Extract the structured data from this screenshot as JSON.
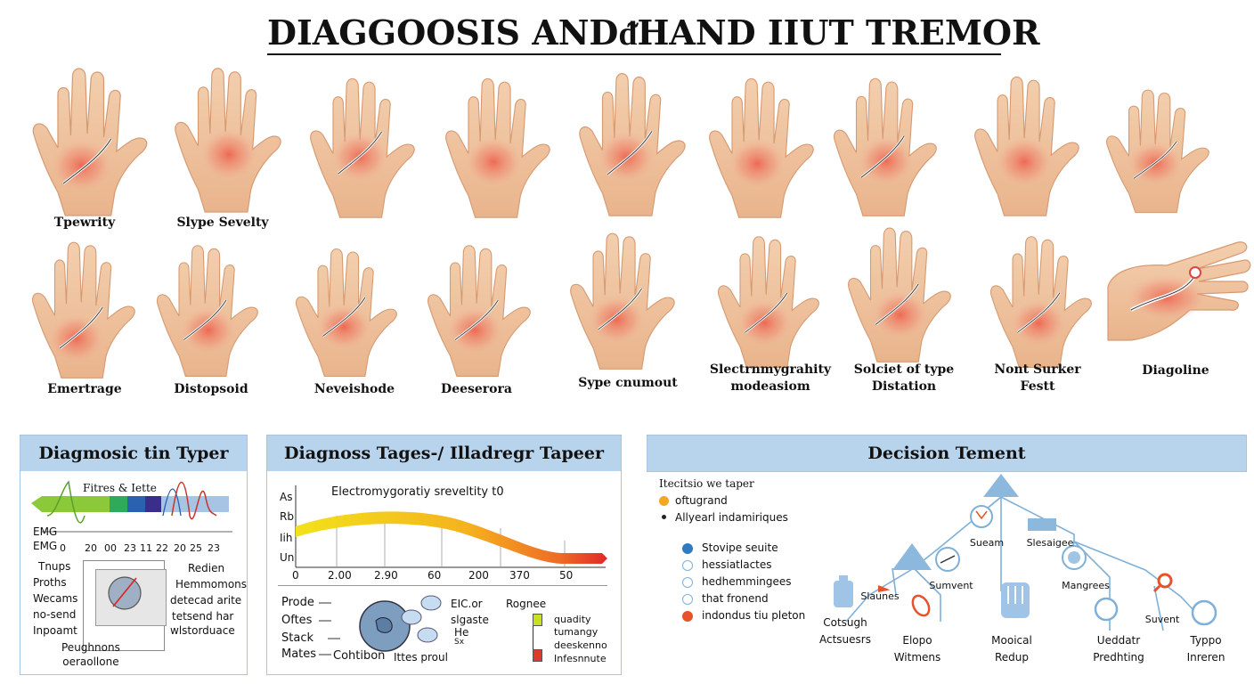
{
  "title": "DIAGGOOSIS ANDᵭHAND IIUT TREMOR",
  "hands": {
    "row1_labels": [
      "Tpewrity",
      "Slype Sevelty"
    ],
    "row2_labels": [
      "Emertrage",
      "Distopsoid",
      "Neveishode",
      "Deeserora",
      "Sype cnumout",
      "Slectrnmygrahity\nmodeasiom",
      "Solciet of type\nDistation",
      "Nont Surker\nFestt",
      "Diagoline"
    ]
  },
  "panel1": {
    "title": "Diagmosic tin Typer",
    "chart_label": "Fitres & Iette",
    "emg1": "EMG",
    "emg2": "EMG",
    "ticks": [
      "0",
      "20",
      "00",
      "23",
      "11",
      "22",
      "20",
      "25",
      "23"
    ],
    "left_labels": [
      "Tnups",
      "Proths",
      "Wecams",
      "no-send",
      "Inpoamt"
    ],
    "right_labels": [
      "Redien",
      "Hemmomons",
      "detecad arite",
      "tetsend har",
      "wlstorduace"
    ],
    "bottom_label": "Peughnons\noeraollone"
  },
  "panel2": {
    "title": "Diagnoss Tages-/ Illadregr Tapeer",
    "chart_title": "Electromygoratiy sreveltity t0",
    "y_labels": [
      "As",
      "Rb",
      "Iih",
      "Un"
    ],
    "x_ticks": [
      "0",
      "2.00",
      "2.90",
      "60",
      "200",
      "370",
      "50"
    ],
    "list_labels": [
      "Prode",
      "Oftes",
      "Stack",
      "Mates"
    ],
    "circle_caption": "Cohtibon",
    "cluster_title": "EIC.or",
    "cluster_sub": "slgaste",
    "cluster_he": "He",
    "cluster_sx": "Sx",
    "cluster_bottom": "Ittes proul",
    "legend_title": "Rognee",
    "legend_items": [
      "quadity",
      "tumangy",
      "deeskenno",
      "Infesnnute"
    ]
  },
  "panel3": {
    "title": "Decision Tement",
    "legend_title": "Itecitsio we taper",
    "legend_items": [
      "oftugrand",
      "Allyearl indamiriques"
    ],
    "key_items": [
      "Stovipe seuite",
      "hessiatlactes",
      "hedhemmingees",
      "that fronend",
      "indondus tiu pleton"
    ],
    "nodes": [
      "Sueam",
      "Slesaigee",
      "Sumvent",
      "Mangrees",
      "Slaunes",
      "Suvent",
      "Cotsugh\nActsuesrs",
      "Elopo\nWitmens",
      "Mooical\nRedup",
      "Ueddatr\nPredhting",
      "Typpo\nInreren"
    ]
  },
  "colors": {
    "panel_header": "#b8d3ec",
    "skin": "#f2c9a4",
    "redness": "#ee6b5a",
    "gradient": [
      "#f2e21a",
      "#f5a623",
      "#e5382a"
    ],
    "tree_line": "#7fb0d8",
    "marker_orange": "#e8522a",
    "marker_blue": "#2f7bbf"
  }
}
